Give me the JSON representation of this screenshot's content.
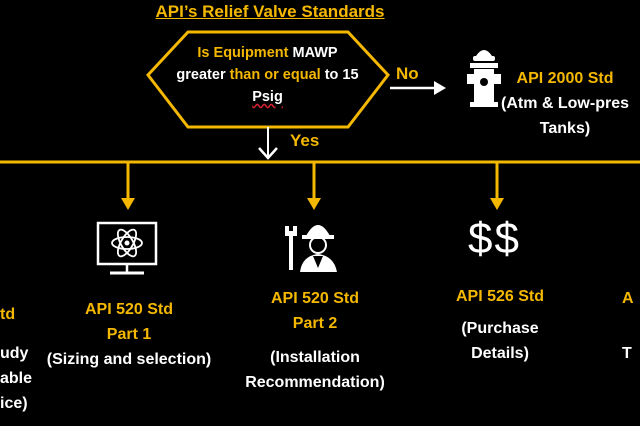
{
  "title": "API’s Relief Valve Standards",
  "decision": {
    "part1": "Is Equipment",
    "part2": "MAWP",
    "part3": "greater",
    "part4": "than or equal",
    "part5": "to",
    "part6": "15",
    "part7": "Psig"
  },
  "branches": {
    "no": "No",
    "yes": "Yes"
  },
  "api2000": {
    "line1": "API 2000 Std",
    "line2": "(Atm & Low-pres",
    "line3": "Tanks)"
  },
  "nodes": {
    "left_partial": {
      "line1": "td",
      "line2": "udy",
      "line3": "able",
      "line4": "ice)"
    },
    "api520_p1": {
      "line1": "API 520 Std",
      "line2": "Part 1",
      "line3": "(Sizing and selection)"
    },
    "api520_p2": {
      "line1": "API 520 Std",
      "line2": "Part 2",
      "line3": "(Installation",
      "line4": "Recommendation)"
    },
    "api526": {
      "line1": "API 526 Std",
      "line2": "(Purchase",
      "line3": "Details)"
    },
    "right_partial": {
      "line1": "A",
      "line2": "T"
    }
  },
  "icons": {
    "hydrant": "fire-hydrant-icon",
    "monitor": "monitor-atom-icon",
    "worker": "worker-wrench-icon",
    "dollars": "dollar-signs-icon"
  },
  "dollar_text": "$$",
  "colors": {
    "accent": "#F5B800",
    "text": "#FFFFFF",
    "background": "#000000"
  }
}
